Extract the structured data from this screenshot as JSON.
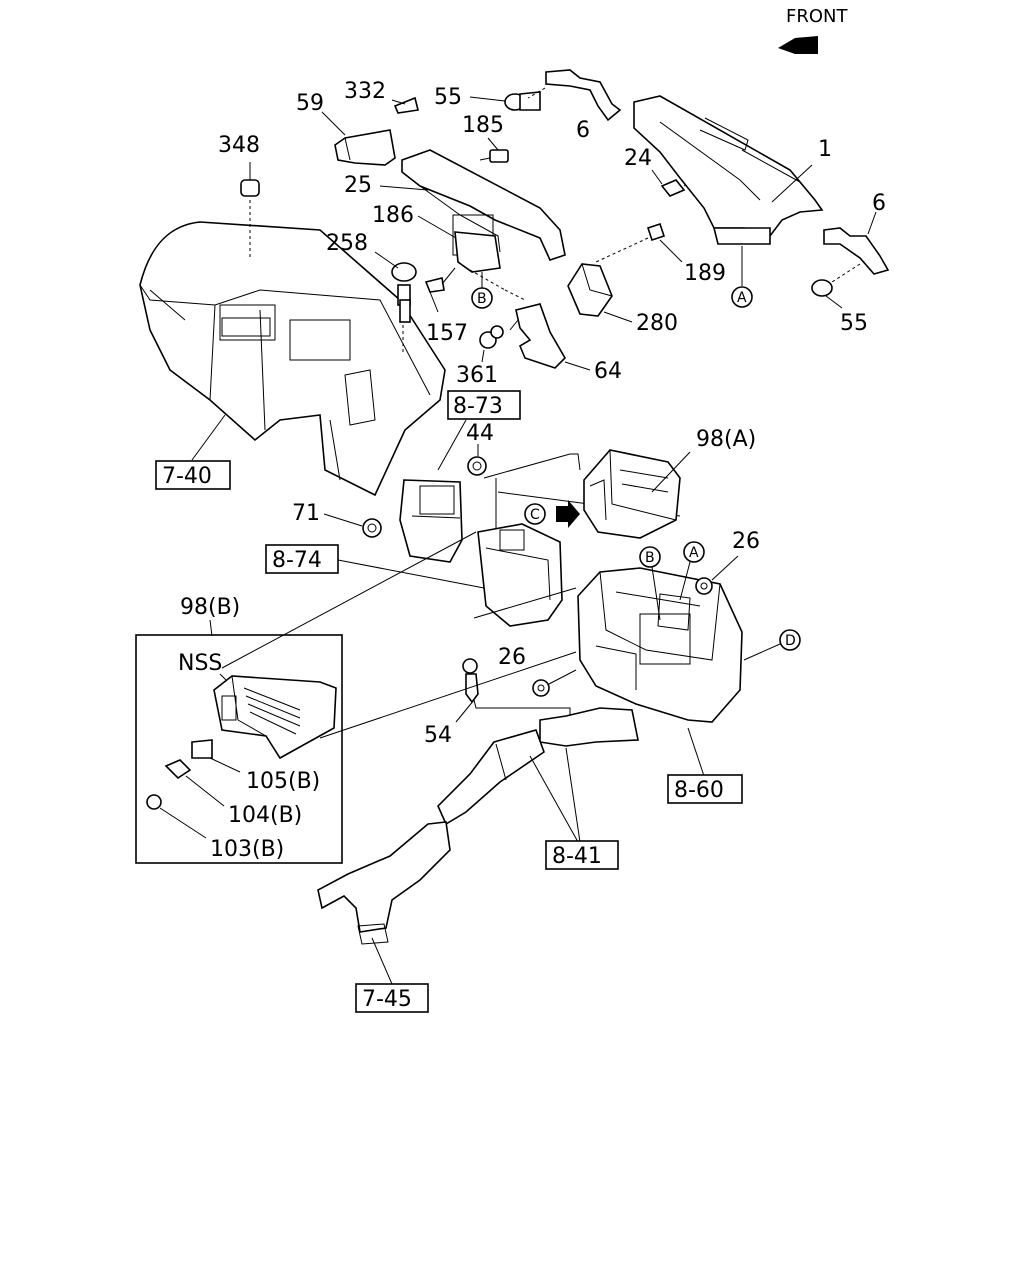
{
  "front_label": "FRONT",
  "labels": {
    "p332": "332",
    "p59": "59",
    "p55a": "55",
    "p6a": "6",
    "p185": "185",
    "p348": "348",
    "p24": "24",
    "p1": "1",
    "p25": "25",
    "p186": "186",
    "p6b": "6",
    "p258": "258",
    "p189": "189",
    "p55b": "55",
    "p157": "157",
    "p280": "280",
    "p361": "361",
    "p64": "64",
    "p44": "44",
    "p98a": "98(A)",
    "p71": "71",
    "p26a": "26",
    "p98b": "98(B)",
    "nss": "NSS",
    "p26b": "26",
    "p54": "54",
    "p105b": "105(B)",
    "p104b": "104(B)",
    "p103b": "103(B)"
  },
  "refs": {
    "r873": "8-73",
    "r740": "7-40",
    "r874": "8-74",
    "r860": "8-60",
    "r841": "8-41",
    "r745": "7-45"
  },
  "circles": {
    "A": "A",
    "B": "B",
    "C": "C",
    "D": "D"
  }
}
